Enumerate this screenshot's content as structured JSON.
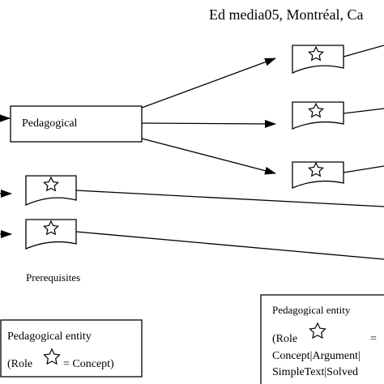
{
  "header": {
    "text": "Ed media05, Montréal, Ca"
  },
  "pedagogical_box": {
    "label": "Pedagogical"
  },
  "prerequisites": {
    "label": "Prerequisites"
  },
  "legend_left": {
    "title": "Pedagogical entity",
    "role_prefix": "(Role",
    "role_suffix": "= Concept)"
  },
  "legend_right": {
    "title": "Pedagogical entity",
    "role_prefix": "(Role",
    "role_suffix": "=",
    "line1": "Concept|Argument|",
    "line2": "SimpleText|Solved"
  },
  "icons": {
    "entity_marker": "star-icon"
  }
}
